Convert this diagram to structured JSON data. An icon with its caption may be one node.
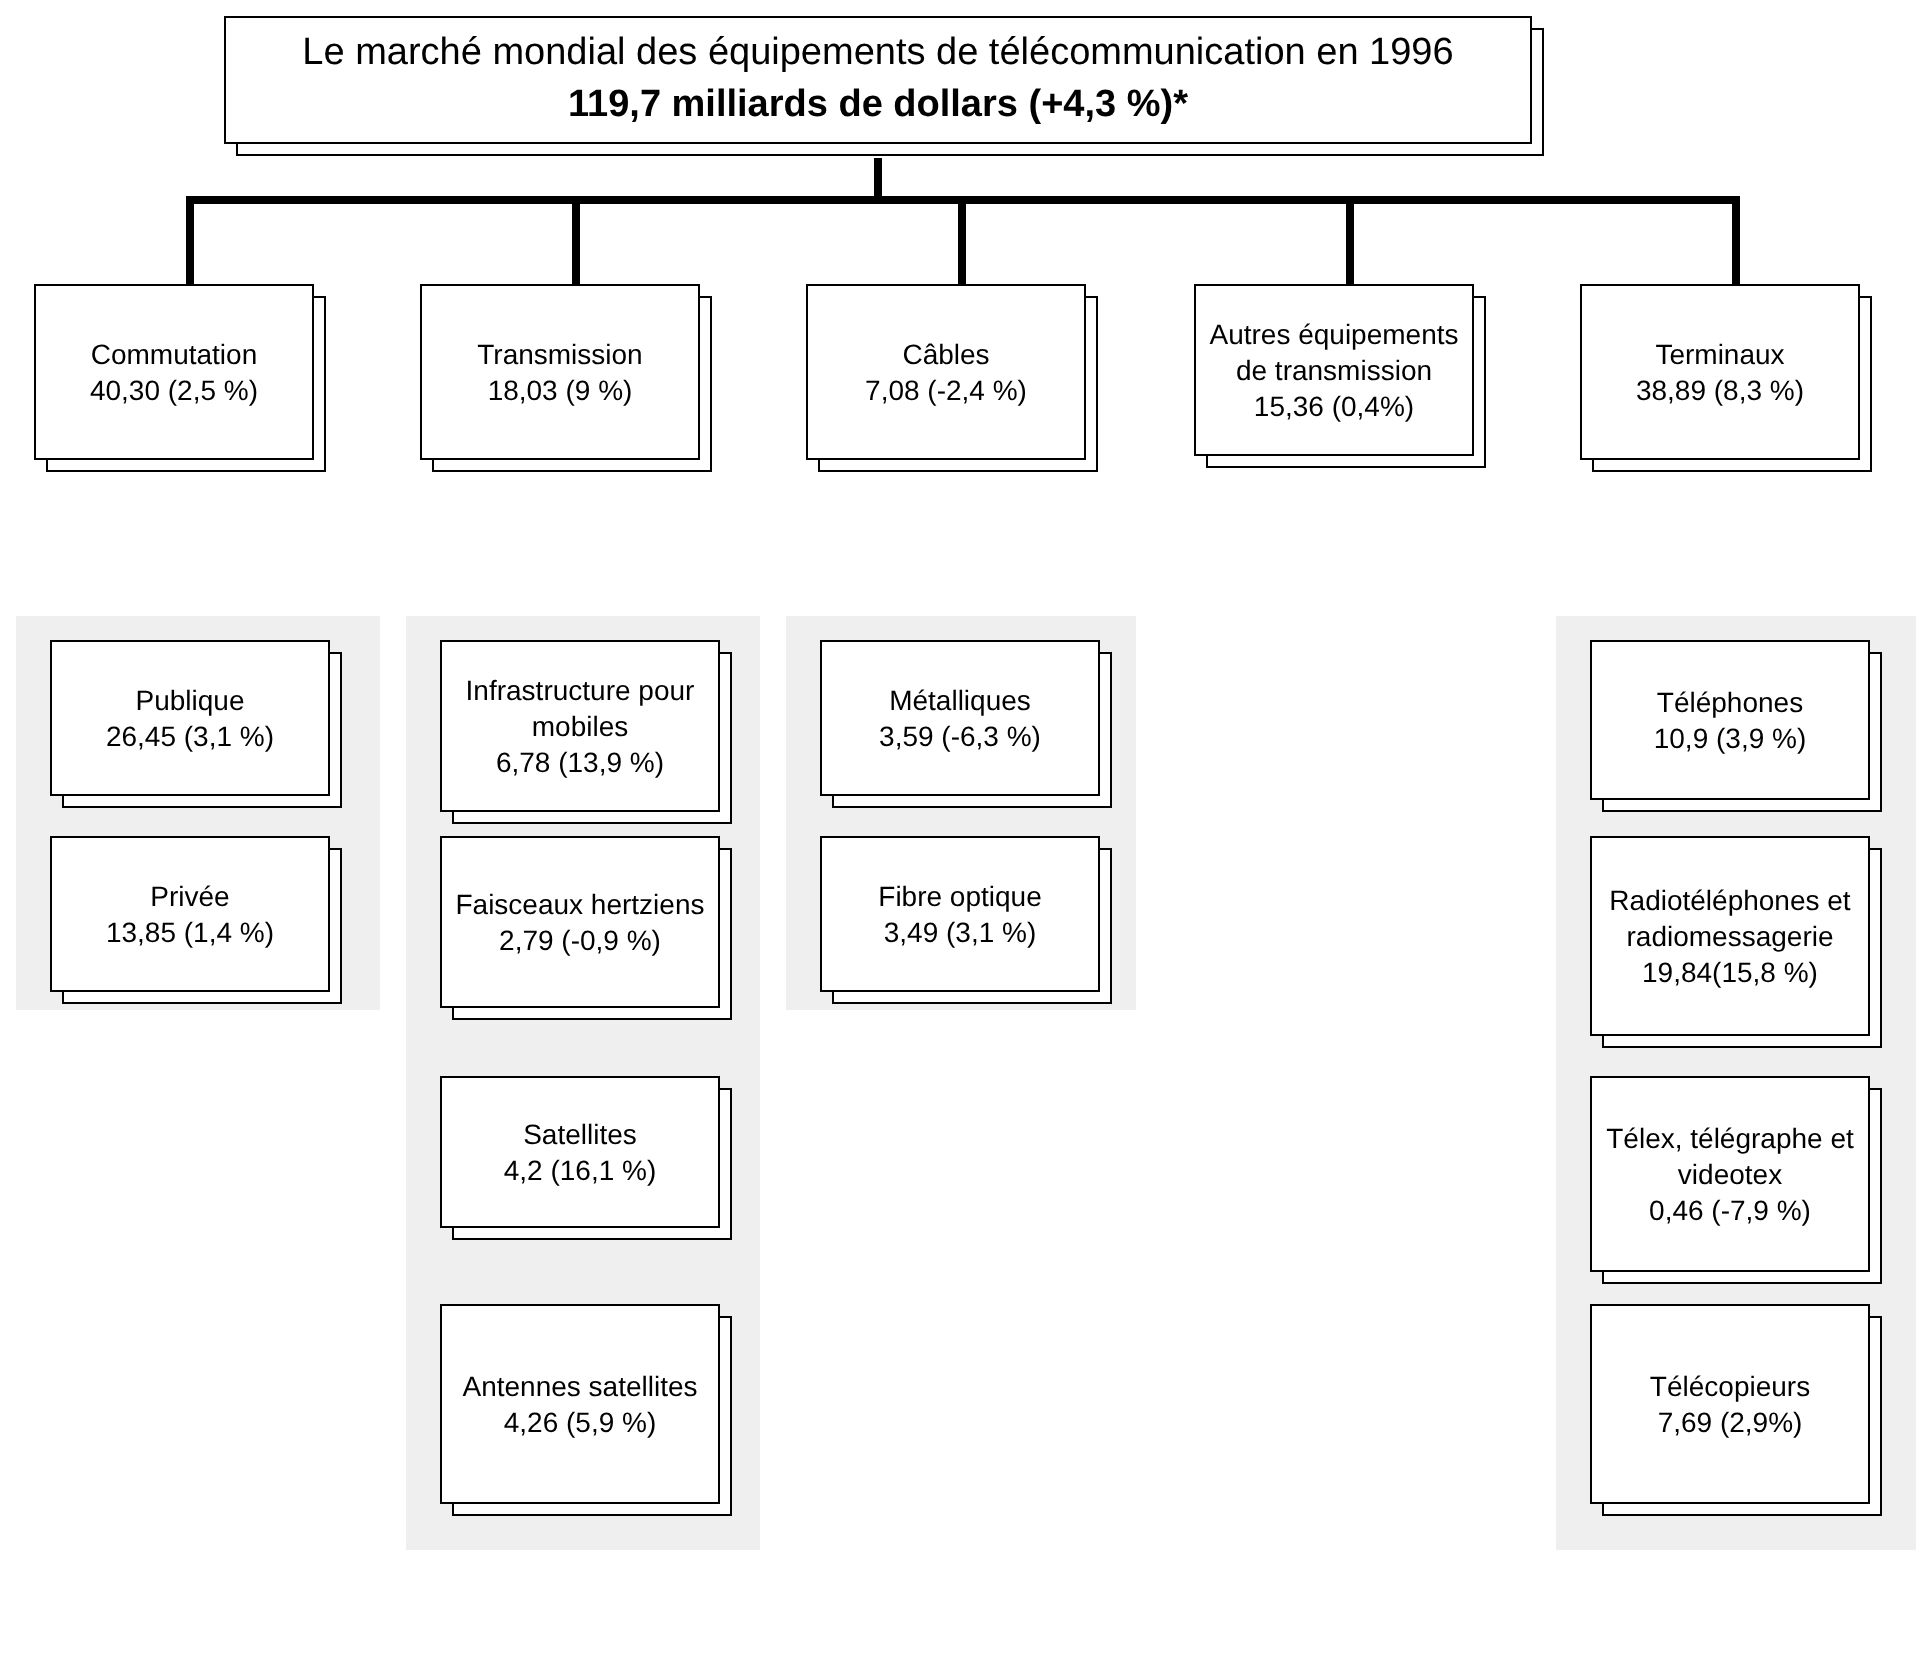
{
  "diagram": {
    "nodes": [
      {
        "text": [
          "Le marché mondial des équipements de télécommunication en 1996",
          "119,7 milliards de dollars (+4,3 %)*"
        ]
      },
      {
        "text": [
          "Commutation",
          "40,30 (2,5 %)"
        ]
      },
      {
        "text": [
          "Transmission",
          "18,03 (9 %)"
        ]
      },
      {
        "text": [
          "Câbles",
          "7,08 (-2,4 %)"
        ]
      },
      {
        "text": [
          "Autres équipements de transmission",
          "15,36 (0,4%)"
        ]
      },
      {
        "text": [
          "Terminaux",
          "38,89 (8,3 %)"
        ]
      },
      {
        "text": [],
        "shape": "box"
      },
      {
        "text": [
          "Publique",
          "26,45 (3,1 %)"
        ],
        "in": 6
      },
      {
        "text": [
          "Privée",
          "13,85 (1,4 %)"
        ],
        "in": 6
      },
      {
        "text": [],
        "shape": "box"
      },
      {
        "text": [
          "Infrastructure pour mobiles",
          "6,78 (13,9 %)"
        ],
        "in": 9
      },
      {
        "text": [
          "Faisceaux hertziens",
          "2,79 (-0,9 %)"
        ],
        "in": 9
      },
      {
        "text": [
          "Satellites",
          "4,2 (16,1 %)"
        ],
        "in": 9
      },
      {
        "text": [
          "Antennes satellites",
          "4,26 (5,9 %)"
        ],
        "in": 9
      },
      {
        "text": [],
        "shape": "box"
      },
      {
        "text": [
          "Métalliques",
          "3,59 (-6,3 %)"
        ],
        "in": 14
      },
      {
        "text": [
          "Fibre optique",
          "3,49 (3,1 %)"
        ],
        "in": 14
      },
      {
        "text": [],
        "shape": "box"
      },
      {
        "text": [
          "Téléphones",
          "10,9 (3,9 %)"
        ],
        "in": 17
      },
      {
        "text": [
          "Radiotéléphones et radiomessagerie",
          "19,84(15,8 %)"
        ],
        "in": 17
      },
      {
        "text": [
          "Télex, télégraphe et videotex",
          "0,46 (-7,9 %)"
        ],
        "in": 17
      },
      {
        "text": [
          "Télécopieurs",
          "7,69 (2,9%)"
        ],
        "in": 17
      }
    ],
    "edges": [
      {
        "from": 0,
        "to": 1,
        "arrow": "none"
      },
      {
        "from": 0,
        "to": 2,
        "arrow": "none"
      },
      {
        "from": 0,
        "to": 3,
        "arrow": "none"
      },
      {
        "from": 0,
        "to": 4,
        "arrow": "none"
      },
      {
        "from": 0,
        "to": 5,
        "arrow": "none"
      }
    ]
  }
}
